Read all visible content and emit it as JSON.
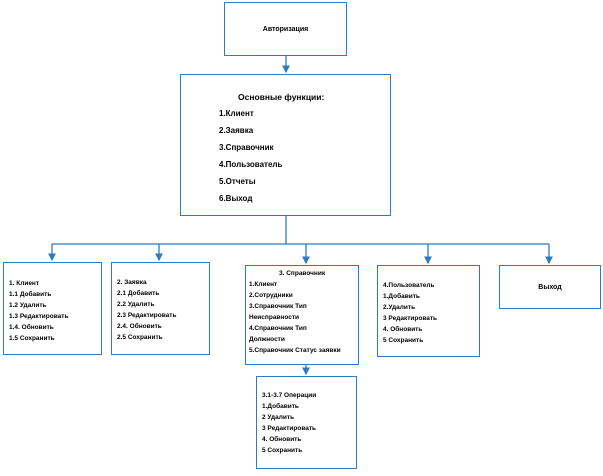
{
  "auth": {
    "title": "Авторизация"
  },
  "main": {
    "title": "Основные функции:",
    "items": [
      "1.Клиент",
      "2.Заявка",
      "3.Справочник",
      "4.Пользователь",
      "5.Отчеты",
      "6.Выход"
    ]
  },
  "client": {
    "lines": [
      "1. Клиент",
      "1.1 Добавить",
      "1.2 Удалить",
      "1.3 Редактировать",
      "1.4. Обновить",
      "1.5 Сохранить"
    ]
  },
  "order": {
    "lines": [
      "2. Заявка",
      "2.1 Добавить",
      "2.2 Удалить",
      "2.3 Редактировать",
      "2.4. Обновить",
      "2.5 Сохранить"
    ]
  },
  "ref": {
    "title": "3. Справочник",
    "lines": [
      "1.Клиент",
      "2.Сотрудники",
      "3.Справочник Тип",
      "Неисправности",
      "4.Справочник Тип",
      "Должности",
      "5.Справочник Статус заявки"
    ]
  },
  "user": {
    "lines": [
      "4.Пользователь",
      "1.Добавить",
      "2.Удалить",
      "3 Редактировать",
      "4. Обновить",
      "5 Сохранить"
    ]
  },
  "exit": {
    "title": "Выход"
  },
  "ops": {
    "lines": [
      "3.1-3.7 Операции",
      "1.Добавить",
      "2 Удалить",
      "3 Редактировать",
      "4. Обновить",
      "5 Сохранить"
    ]
  },
  "colors": {
    "line": "#2e7bc4",
    "border": "#2e7bc4"
  }
}
